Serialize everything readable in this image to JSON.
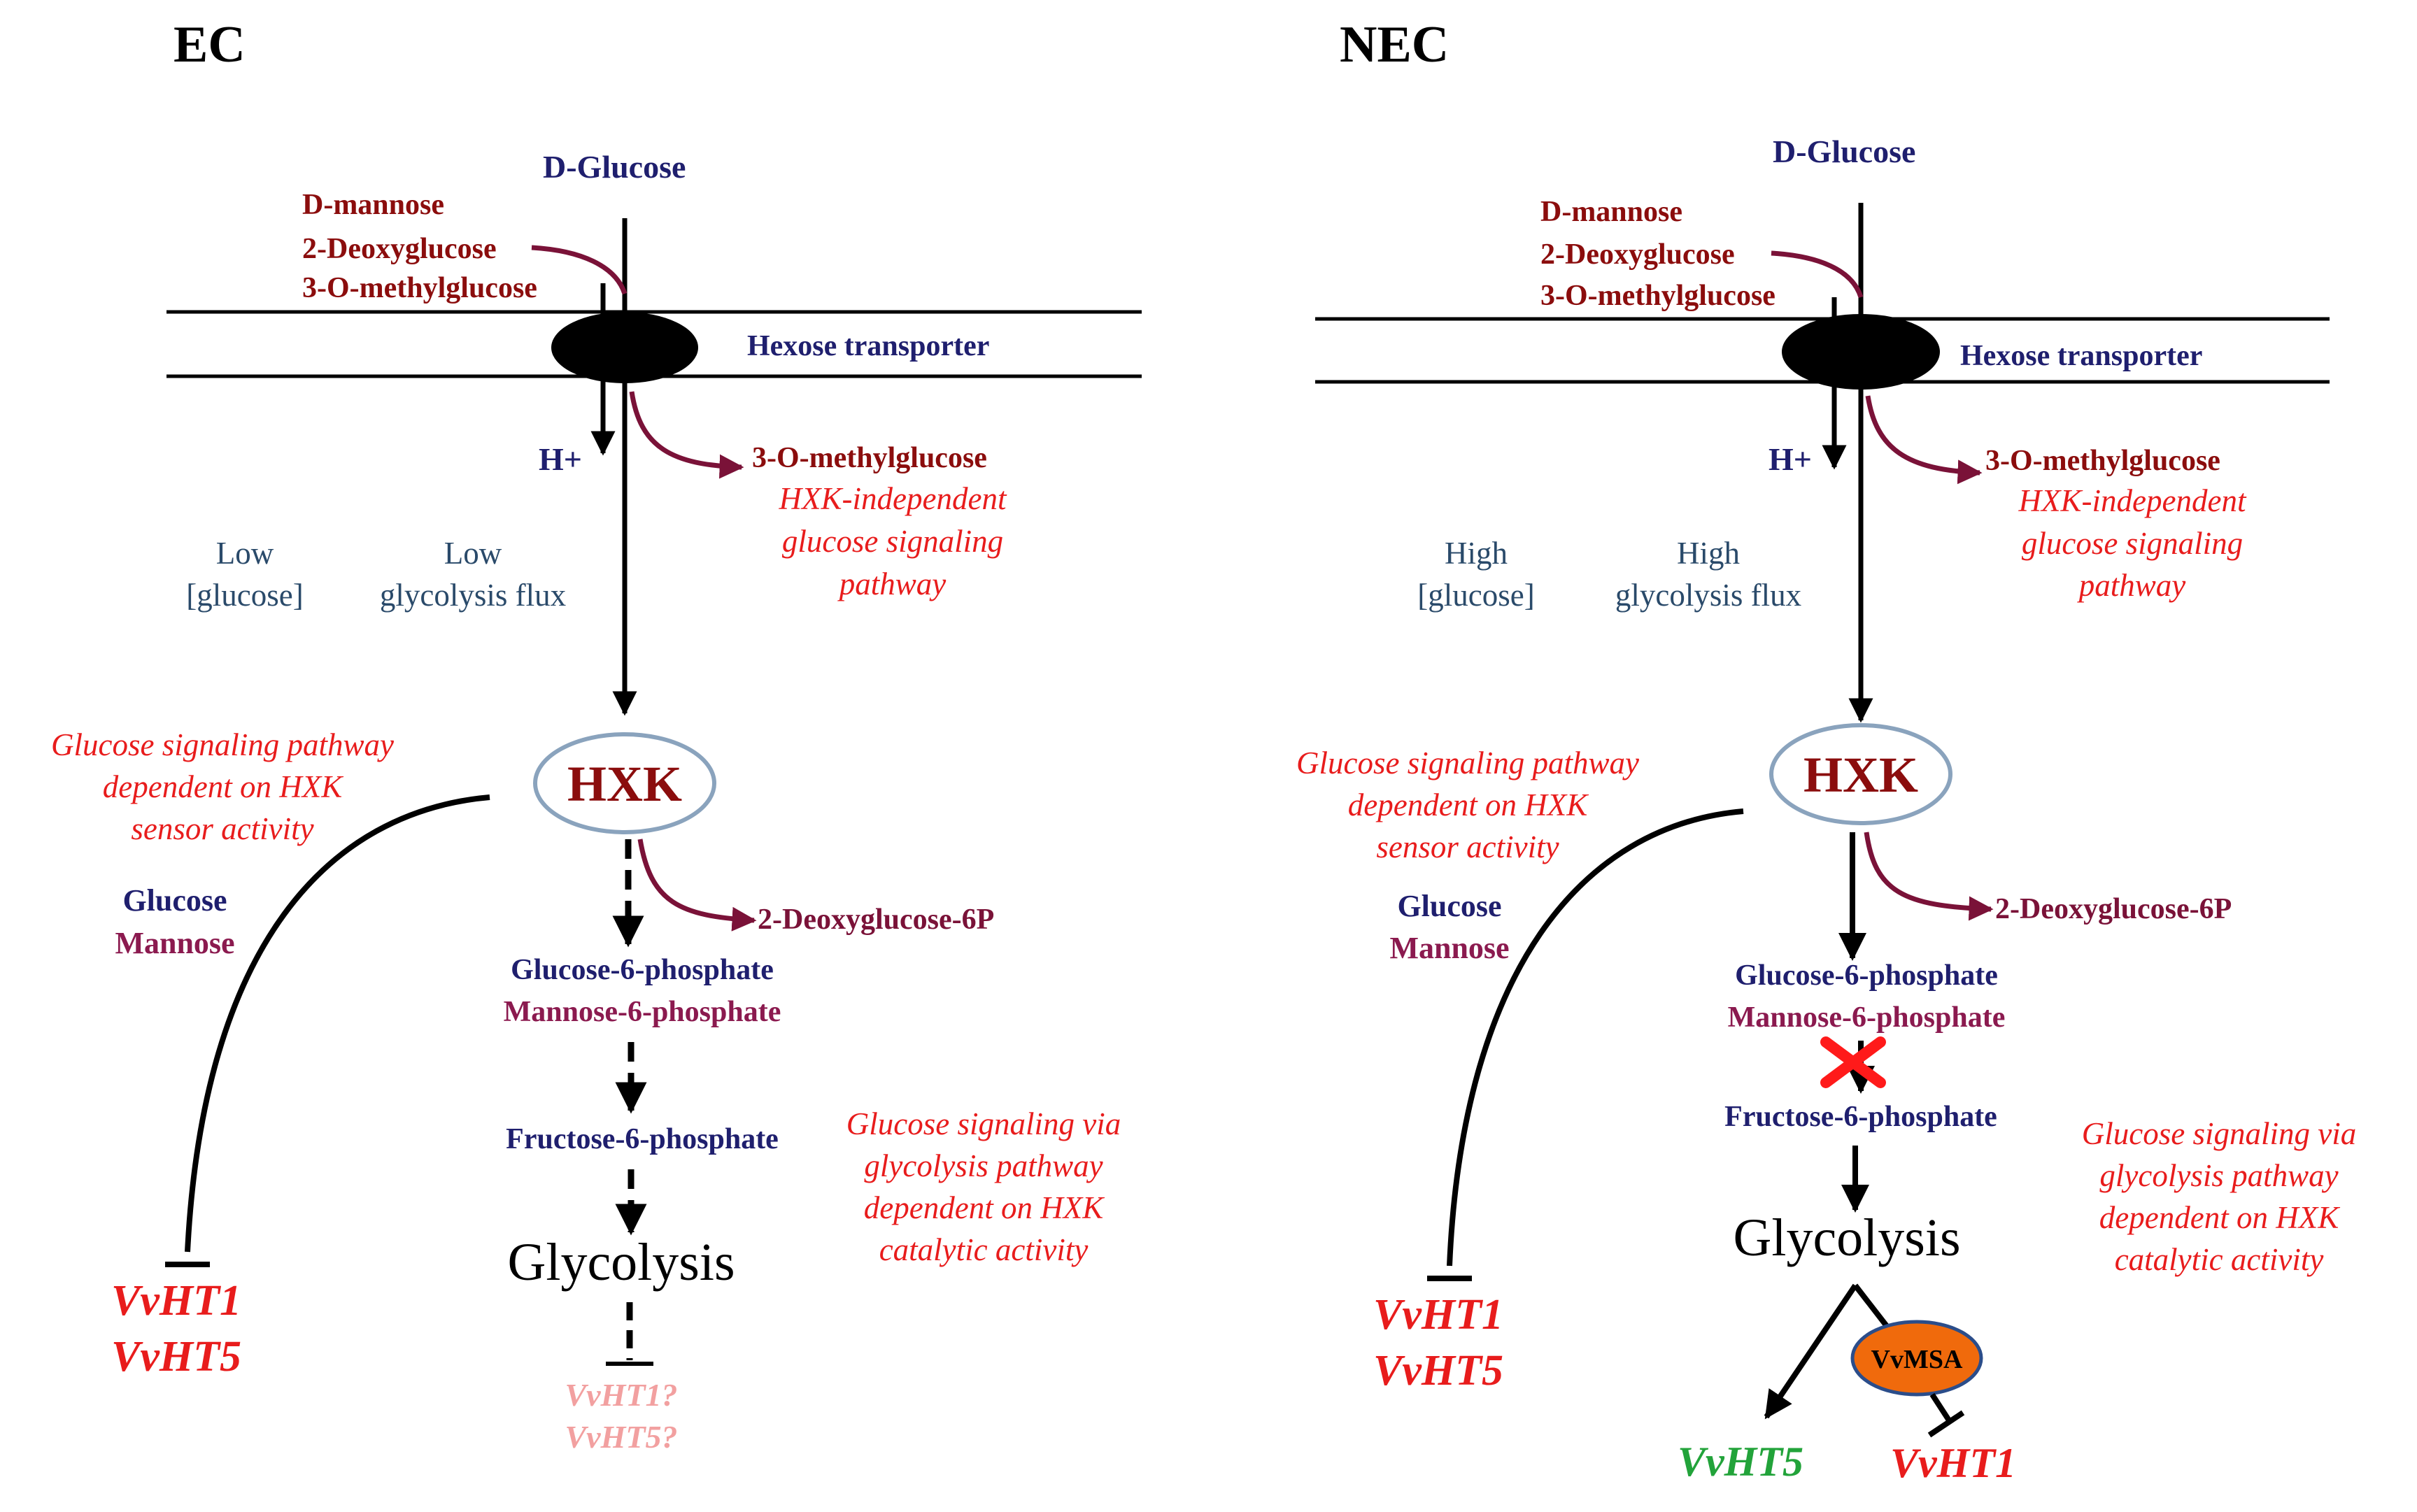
{
  "colors": {
    "navy": "#1f1f6e",
    "darkred": "#8b0d0d",
    "magenta": "#8b1a4f",
    "red": "#e81c1c",
    "pink": "#f2a0a0",
    "green": "#22a33a",
    "gray_text": "#2a4a6a",
    "curve": "#7a1238",
    "hxk_ring": "#8aa3bd",
    "vvmsa_fill": "#f06a0c"
  },
  "ec": {
    "title": "EC",
    "d_glucose": "D-Glucose",
    "d_mannose": "D-mannose",
    "deoxyglucose": "2-Deoxyglucose",
    "methylglucose": "3-O-methylglucose",
    "transporter": "Hexose transporter",
    "h_plus": "H+",
    "methylglucose_out": "3-O-methylglucose",
    "hxk_indep_1": "HXK-independent",
    "hxk_indep_2": "glucose signaling",
    "hxk_indep_3": "pathway",
    "glucose_level_1": "Low",
    "glucose_level_2": "[glucose]",
    "flux_1": "Low",
    "flux_2": "glycolysis flux",
    "sensor_1": "Glucose signaling pathway",
    "sensor_2": "dependent on HXK",
    "sensor_3": "sensor activity",
    "hxk": "HXK",
    "glucose": "Glucose",
    "mannose": "Mannose",
    "deoxy6p": "2-Deoxyglucose-6P",
    "g6p": "Glucose-6-phosphate",
    "m6p": "Mannose-6-phosphate",
    "f6p": "Fructose-6-phosphate",
    "glycolysis": "Glycolysis",
    "via_1": "Glucose signaling via",
    "via_2": "glycolysis pathway",
    "via_3": "dependent on HXK",
    "via_4": "catalytic activity",
    "vvht1": "VvHT1",
    "vvht5": "VvHT5",
    "vvht1_q": "VvHT1?",
    "vvht5_q": "VvHT5?"
  },
  "nec": {
    "title": "NEC",
    "d_glucose": "D-Glucose",
    "d_mannose": "D-mannose",
    "deoxyglucose": "2-Deoxyglucose",
    "methylglucose": "3-O-methylglucose",
    "transporter": "Hexose transporter",
    "h_plus": "H+",
    "methylglucose_out": "3-O-methylglucose",
    "hxk_indep_1": "HXK-independent",
    "hxk_indep_2": "glucose signaling",
    "hxk_indep_3": "pathway",
    "glucose_level_1": "High",
    "glucose_level_2": "[glucose]",
    "flux_1": "High",
    "flux_2": "glycolysis flux",
    "sensor_1": "Glucose signaling pathway",
    "sensor_2": "dependent on HXK",
    "sensor_3": "sensor activity",
    "hxk": "HXK",
    "glucose": "Glucose",
    "mannose": "Mannose",
    "deoxy6p": "2-Deoxyglucose-6P",
    "g6p": "Glucose-6-phosphate",
    "m6p": "Mannose-6-phosphate",
    "f6p": "Fructose-6-phosphate",
    "glycolysis": "Glycolysis",
    "via_1": "Glucose signaling via",
    "via_2": "glycolysis pathway",
    "via_3": "dependent on HXK",
    "via_4": "catalytic activity",
    "vvht1_left": "VvHT1",
    "vvht5_left": "VvHT5",
    "vvmsa": "VvMSA",
    "vvht5_out": "VvHT5",
    "vvht1_out": "VvHT1"
  }
}
